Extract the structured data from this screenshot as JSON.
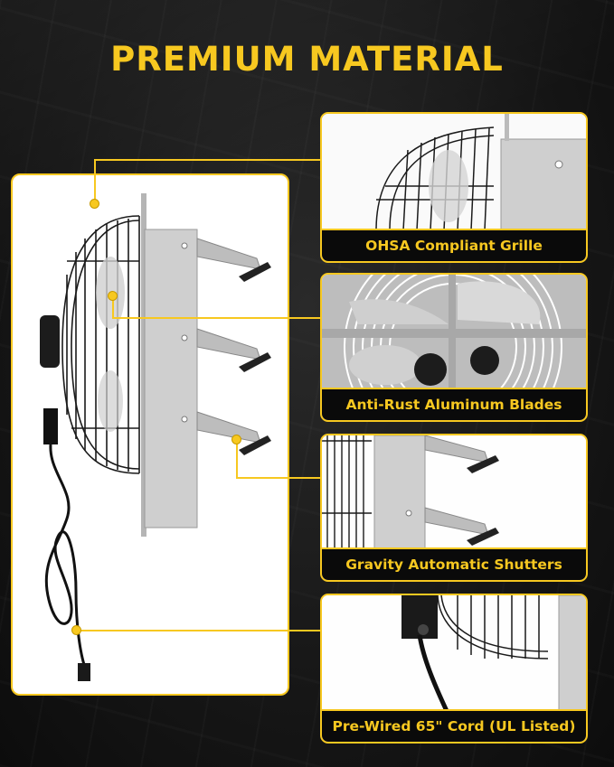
{
  "title": "PREMIUM MATERIAL",
  "colors": {
    "accent": "#f7c820",
    "background": "#141414",
    "label_bg": "#0a0a0a",
    "panel_bg": "#ffffff"
  },
  "main_image": {
    "description": "Side view of aluminum shutter exhaust fan with wire grille, motor, gravity shutters and power cord"
  },
  "callouts": [
    {
      "label": "OHSA Compliant Grille",
      "image": "grille close-up"
    },
    {
      "label": "Anti-Rust Aluminum Blades",
      "image": "blades close-up"
    },
    {
      "label": "Gravity Automatic Shutters",
      "image": "shutters close-up"
    },
    {
      "label": "Pre-Wired 65\" Cord (UL Listed)",
      "image": "cord close-up"
    }
  ]
}
